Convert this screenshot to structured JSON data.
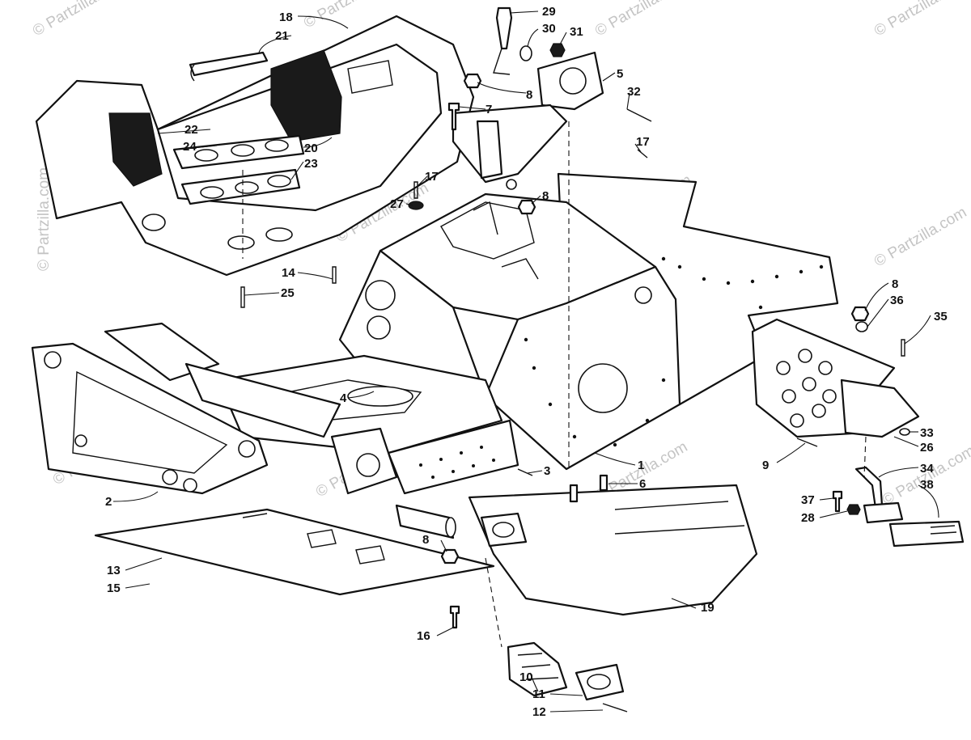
{
  "watermark": "© Partzilla.com",
  "callouts": {
    "c1": "1",
    "c2": "2",
    "c3": "3",
    "c4": "4",
    "c5": "5",
    "c6": "6",
    "c7": "7",
    "c8": "8",
    "c9": "9",
    "c10": "10",
    "c11": "11",
    "c12": "12",
    "c13": "13",
    "c14": "14",
    "c15": "15",
    "c16": "16",
    "c17": "17",
    "c18": "18",
    "c19": "19",
    "c20": "20",
    "c21": "21",
    "c22": "22",
    "c23": "23",
    "c24": "24",
    "c25": "25",
    "c26": "26",
    "c27": "27",
    "c28": "28",
    "c29": "29",
    "c30": "30",
    "c31": "31",
    "c32": "32",
    "c33": "33",
    "c34": "34",
    "c35": "35",
    "c36": "36",
    "c37": "37",
    "c38": "38"
  }
}
